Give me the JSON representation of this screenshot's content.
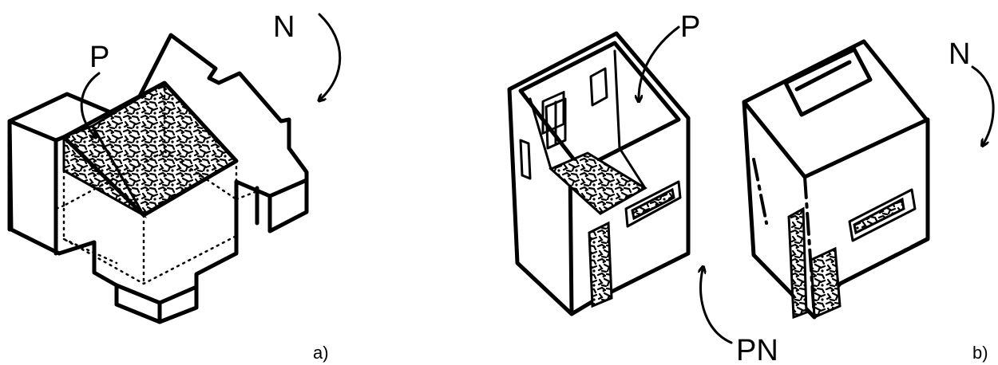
{
  "figure_a": {
    "label_p": "P",
    "label_n": "N",
    "caption": "a)"
  },
  "figure_b": {
    "label_p": "P",
    "label_n": "N",
    "label_pn": "PN",
    "caption": "b)"
  }
}
